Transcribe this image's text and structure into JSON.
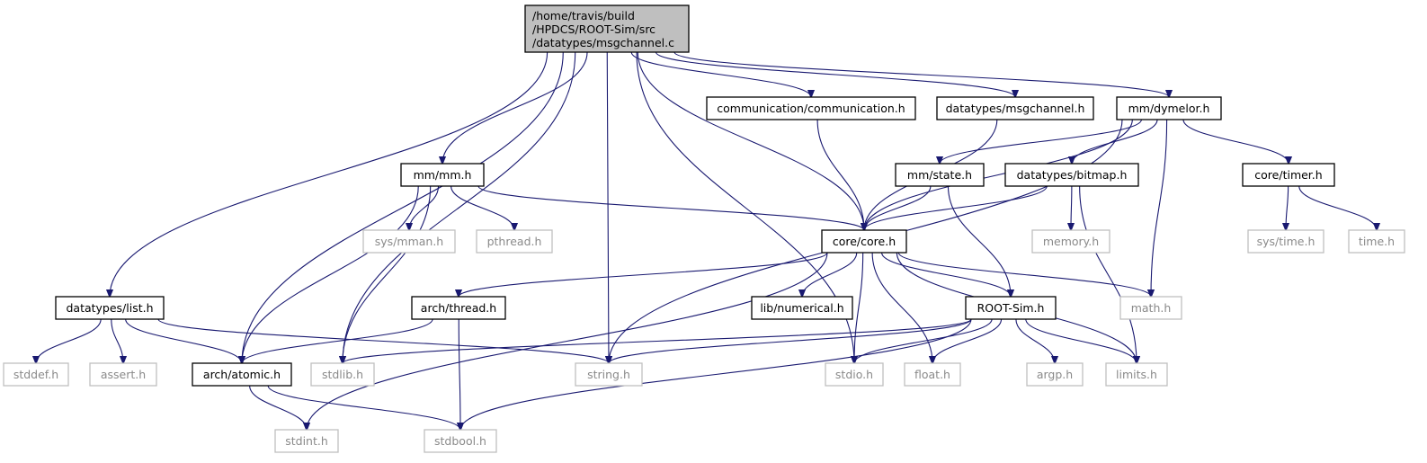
{
  "graph": {
    "nodes": [
      {
        "id": "root",
        "label": "/home/travis/build\n/HPDCS/ROOT-Sim/src\n/datatypes/msgchannel.c",
        "kind": "root"
      },
      {
        "id": "comm",
        "label": "communication/communication.h",
        "kind": "project"
      },
      {
        "id": "dmsg",
        "label": "datatypes/msgchannel.h",
        "kind": "project"
      },
      {
        "id": "dym",
        "label": "mm/dymelor.h",
        "kind": "project"
      },
      {
        "id": "mm",
        "label": "mm/mm.h",
        "kind": "project"
      },
      {
        "id": "state",
        "label": "mm/state.h",
        "kind": "project"
      },
      {
        "id": "bitmap",
        "label": "datatypes/bitmap.h",
        "kind": "project"
      },
      {
        "id": "timer",
        "label": "core/timer.h",
        "kind": "project"
      },
      {
        "id": "sysmman",
        "label": "sys/mman.h",
        "kind": "system"
      },
      {
        "id": "pthread",
        "label": "pthread.h",
        "kind": "system"
      },
      {
        "id": "core",
        "label": "core/core.h",
        "kind": "project"
      },
      {
        "id": "memory",
        "label": "memory.h",
        "kind": "system"
      },
      {
        "id": "systime",
        "label": "sys/time.h",
        "kind": "system"
      },
      {
        "id": "time",
        "label": "time.h",
        "kind": "system"
      },
      {
        "id": "list",
        "label": "datatypes/list.h",
        "kind": "project"
      },
      {
        "id": "thread",
        "label": "arch/thread.h",
        "kind": "project"
      },
      {
        "id": "numerical",
        "label": "lib/numerical.h",
        "kind": "project"
      },
      {
        "id": "rootsim",
        "label": "ROOT-Sim.h",
        "kind": "project"
      },
      {
        "id": "math",
        "label": "math.h",
        "kind": "system"
      },
      {
        "id": "stddef",
        "label": "stddef.h",
        "kind": "system"
      },
      {
        "id": "assert",
        "label": "assert.h",
        "kind": "system"
      },
      {
        "id": "atomic",
        "label": "arch/atomic.h",
        "kind": "project"
      },
      {
        "id": "stdlib",
        "label": "stdlib.h",
        "kind": "system"
      },
      {
        "id": "string",
        "label": "string.h",
        "kind": "system"
      },
      {
        "id": "stdio",
        "label": "stdio.h",
        "kind": "system"
      },
      {
        "id": "float",
        "label": "float.h",
        "kind": "system"
      },
      {
        "id": "argp",
        "label": "argp.h",
        "kind": "system"
      },
      {
        "id": "limits",
        "label": "limits.h",
        "kind": "system"
      },
      {
        "id": "stdint",
        "label": "stdint.h",
        "kind": "system"
      },
      {
        "id": "stdbool",
        "label": "stdbool.h",
        "kind": "system"
      }
    ],
    "edges": [
      {
        "from": "root",
        "to": "list"
      },
      {
        "from": "root",
        "to": "stdlib"
      },
      {
        "from": "root",
        "to": "atomic"
      },
      {
        "from": "root",
        "to": "mm"
      },
      {
        "from": "root",
        "to": "string"
      },
      {
        "from": "root",
        "to": "core"
      },
      {
        "from": "root",
        "to": "stdio"
      },
      {
        "from": "root",
        "to": "comm"
      },
      {
        "from": "root",
        "to": "dmsg"
      },
      {
        "from": "root",
        "to": "dym"
      },
      {
        "from": "comm",
        "to": "core"
      },
      {
        "from": "dmsg",
        "to": "core"
      },
      {
        "from": "dym",
        "to": "string"
      },
      {
        "from": "dym",
        "to": "core"
      },
      {
        "from": "dym",
        "to": "state"
      },
      {
        "from": "dym",
        "to": "bitmap"
      },
      {
        "from": "dym",
        "to": "math"
      },
      {
        "from": "dym",
        "to": "timer"
      },
      {
        "from": "mm",
        "to": "atomic"
      },
      {
        "from": "mm",
        "to": "stdlib"
      },
      {
        "from": "mm",
        "to": "sysmman"
      },
      {
        "from": "mm",
        "to": "pthread"
      },
      {
        "from": "mm",
        "to": "core"
      },
      {
        "from": "state",
        "to": "core"
      },
      {
        "from": "state",
        "to": "rootsim"
      },
      {
        "from": "bitmap",
        "to": "core"
      },
      {
        "from": "bitmap",
        "to": "memory"
      },
      {
        "from": "bitmap",
        "to": "limits"
      },
      {
        "from": "timer",
        "to": "systime"
      },
      {
        "from": "timer",
        "to": "time"
      },
      {
        "from": "core",
        "to": "thread"
      },
      {
        "from": "core",
        "to": "numerical"
      },
      {
        "from": "core",
        "to": "rootsim"
      },
      {
        "from": "core",
        "to": "math"
      },
      {
        "from": "core",
        "to": "stdio"
      },
      {
        "from": "core",
        "to": "float"
      },
      {
        "from": "core",
        "to": "limits"
      },
      {
        "from": "core",
        "to": "stdint"
      },
      {
        "from": "list",
        "to": "stddef"
      },
      {
        "from": "list",
        "to": "assert"
      },
      {
        "from": "list",
        "to": "atomic"
      },
      {
        "from": "list",
        "to": "string"
      },
      {
        "from": "thread",
        "to": "atomic"
      },
      {
        "from": "thread",
        "to": "stdbool"
      },
      {
        "from": "rootsim",
        "to": "stdlib"
      },
      {
        "from": "rootsim",
        "to": "string"
      },
      {
        "from": "rootsim",
        "to": "stdio"
      },
      {
        "from": "rootsim",
        "to": "float"
      },
      {
        "from": "rootsim",
        "to": "argp"
      },
      {
        "from": "rootsim",
        "to": "limits"
      },
      {
        "from": "rootsim",
        "to": "stdbool"
      },
      {
        "from": "atomic",
        "to": "stdint"
      },
      {
        "from": "atomic",
        "to": "stdbool"
      }
    ]
  },
  "colors": {
    "edge": "#191970",
    "root_fill": "#bfbfbf",
    "project_border": "#000000",
    "system_border": "#bfbfbf",
    "system_text": "#8a8a8a"
  }
}
